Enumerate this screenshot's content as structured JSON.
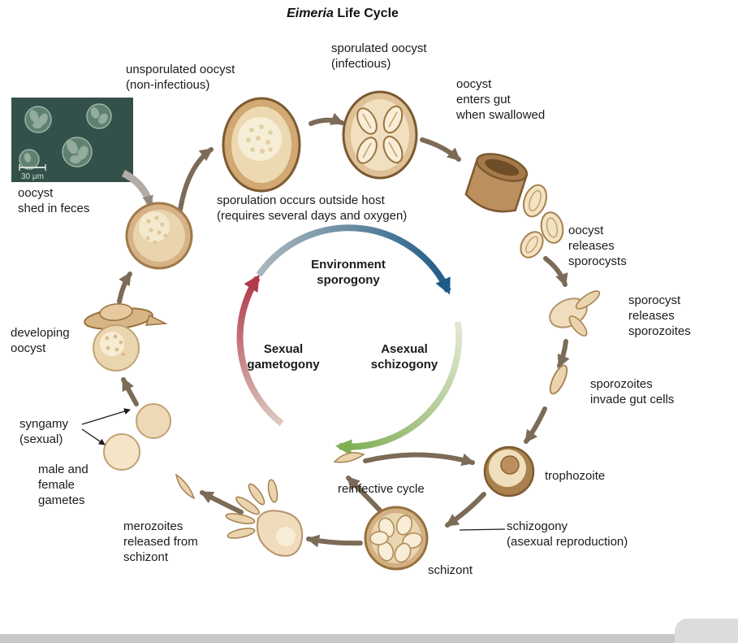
{
  "title": {
    "italic": "Eimeria",
    "rest": " Life Cycle"
  },
  "micrograph": {
    "scale_label": "30 μm"
  },
  "cycle": {
    "environment_label": "Environment\nsporogony",
    "sexual_label": "Sexual\ngametogony",
    "asexual_label": "Asexual\nschizogony"
  },
  "stages": {
    "unsporulated_oocyst": "unsporulated oocyst\n(non-infectious)",
    "sporulated_oocyst": "sporulated oocyst\n(infectious)",
    "oocyst_enters_gut": "oocyst\nenters gut\nwhen swallowed",
    "oocyst_shed_in_feces": "oocyst\nshed in feces",
    "sporulation_note": "sporulation occurs outside host\n(requires several days and oxygen)",
    "oocyst_releases_sporocysts": "oocyst\nreleases\nsporocysts",
    "sporocyst_releases_sporozoites": "sporocyst\nreleases\nsporozoites",
    "sporozoites_invade": "sporozoites\ninvade gut cells",
    "trophozoite": "trophozoite",
    "schizogony": "schizogony\n(asexual reproduction)",
    "schizont": "schizont",
    "reinfective_cycle": "reinfective cycle",
    "merozoites_released": "merozoites\nreleased from\nschizont",
    "male_female_gametes": "male and\nfemale\ngametes",
    "syngamy": "syngamy\n(sexual)",
    "developing_oocyst": "developing\noocyst"
  },
  "colors": {
    "sporogony_arc": "#1d5a85",
    "schizogony_arc": "#7fae53",
    "gametogony_arc": "#b13a4b",
    "flow_arrow": "#7b6b57",
    "oocyst_tan": "#e9d4ad",
    "micrograph_teal": "#33514a"
  }
}
